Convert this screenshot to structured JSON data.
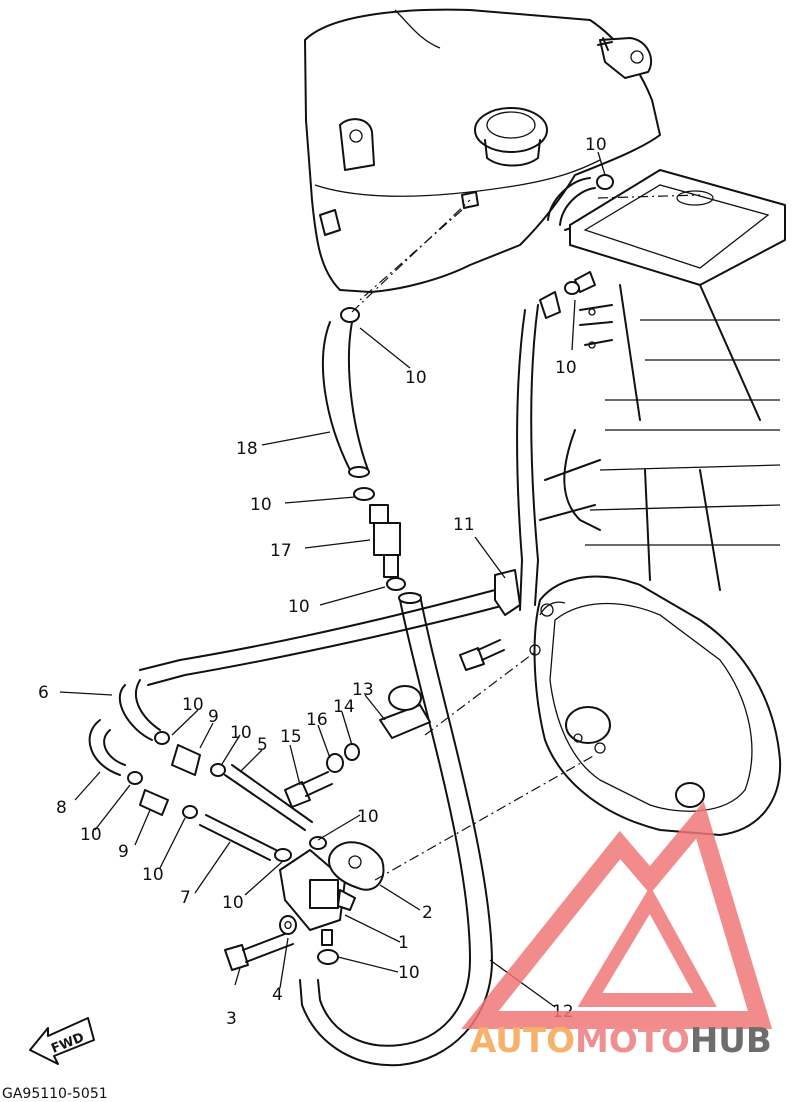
{
  "diagram": {
    "code": "GA95110-5051",
    "fwd_label": "FWD",
    "callouts": [
      {
        "id": "c1",
        "label": "1"
      },
      {
        "id": "c2",
        "label": "2"
      },
      {
        "id": "c3",
        "label": "3"
      },
      {
        "id": "c4",
        "label": "4"
      },
      {
        "id": "c5",
        "label": "5"
      },
      {
        "id": "c6",
        "label": "6"
      },
      {
        "id": "c7",
        "label": "7"
      },
      {
        "id": "c8",
        "label": "8"
      },
      {
        "id": "c9a",
        "label": "9"
      },
      {
        "id": "c9b",
        "label": "9"
      },
      {
        "id": "c10a",
        "label": "10"
      },
      {
        "id": "c10b",
        "label": "10"
      },
      {
        "id": "c10c",
        "label": "10"
      },
      {
        "id": "c10d",
        "label": "10"
      },
      {
        "id": "c10e",
        "label": "10"
      },
      {
        "id": "c10f",
        "label": "10"
      },
      {
        "id": "c10g",
        "label": "10"
      },
      {
        "id": "c10h",
        "label": "10"
      },
      {
        "id": "c10i",
        "label": "10"
      },
      {
        "id": "c10j",
        "label": "10"
      },
      {
        "id": "c10k",
        "label": "10"
      },
      {
        "id": "c10l",
        "label": "10"
      },
      {
        "id": "c11",
        "label": "11"
      },
      {
        "id": "c12",
        "label": "12"
      },
      {
        "id": "c13",
        "label": "13"
      },
      {
        "id": "c14",
        "label": "14"
      },
      {
        "id": "c15",
        "label": "15"
      },
      {
        "id": "c16",
        "label": "16"
      },
      {
        "id": "c17",
        "label": "17"
      },
      {
        "id": "c18",
        "label": "18"
      }
    ]
  },
  "watermark": {
    "text_a": "AUTO",
    "text_b": "MOTO",
    "text_c": "HUB",
    "color_a": "#f6b26b",
    "color_b": "#f08f8f",
    "color_c": "#6d6d6d",
    "logo_color": "#f07878"
  }
}
